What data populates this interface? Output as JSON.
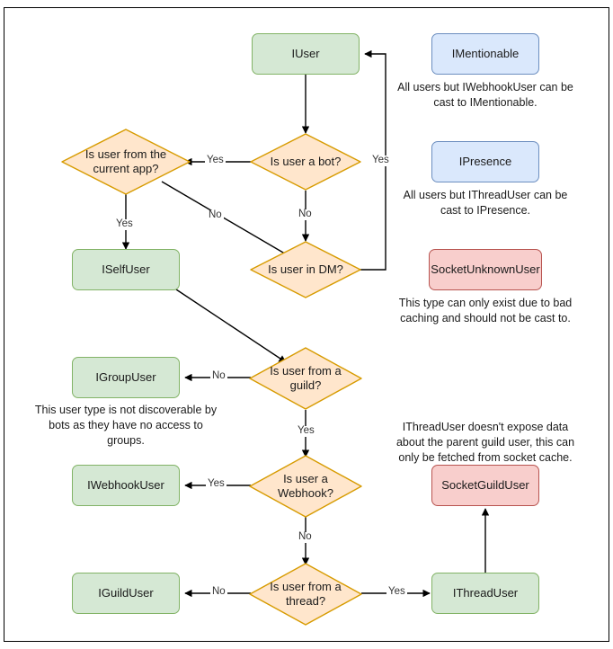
{
  "diagram": {
    "title": "Discord.Net user type decision flowchart",
    "colors": {
      "green_fill": "#d5e8d4",
      "green_stroke": "#82b366",
      "blue_fill": "#dae8fc",
      "blue_stroke": "#6c8ebf",
      "red_fill": "#f8cecc",
      "red_stroke": "#b85450",
      "orange_fill": "#ffe6cc",
      "orange_stroke": "#d79b00",
      "edge_stroke": "#000000",
      "text": "#1a1a1a"
    },
    "nodes": {
      "iuser": "IUser",
      "is_user_a_bot": "Is user a bot?",
      "is_user_from_current_app": "Is user from the current app?",
      "is_user_in_dm": "Is user in DM?",
      "iselfuser": "ISelfUser",
      "is_user_from_a_guild": "Is user from a guild?",
      "igroupuser": "IGroupUser",
      "is_user_a_webhook": "Is user a Webhook?",
      "iwebhookuser": "IWebhookUser",
      "is_user_from_a_thread": "Is user from a thread?",
      "iguilduser": "IGuildUser",
      "ithreaduser": "IThreadUser",
      "imentionable": "IMentionable",
      "ipresence": "IPresence",
      "socketunknownuser": "SocketUnknownUser",
      "socketguilduser": "SocketGuildUser"
    },
    "edge_labels": {
      "bot_yes": "Yes",
      "dm_yes": "Yes",
      "bot_no": "No",
      "app_yes": "Yes",
      "app_no": "No",
      "guild_no": "No",
      "guild_yes": "Yes",
      "webhook_yes": "Yes",
      "webhook_no": "No",
      "thread_no": "No",
      "thread_yes": "Yes"
    },
    "notes": {
      "imentionable": "All users but IWebhookUser can be cast to IMentionable.",
      "ipresence": "All users but IThreadUser can be cast to IPresence.",
      "socketunknownuser": "This type can only exist due to bad caching and should not be cast to.",
      "igroupuser": "This user type is not discoverable by bots as they have no access to groups.",
      "ithreaduser": "IThreadUser doesn't expose data about the parent guild user, this can only be fetched from socket cache."
    }
  }
}
